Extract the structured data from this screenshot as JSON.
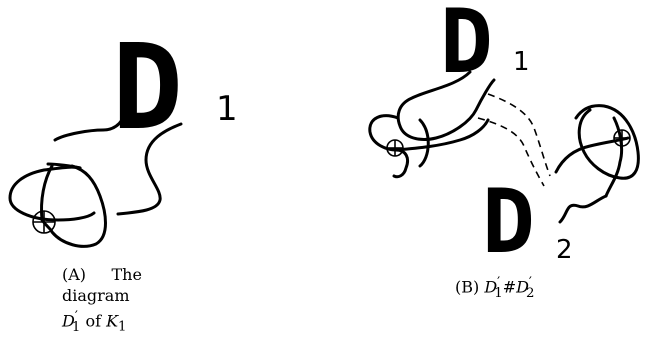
{
  "panel_a": {
    "box_letter": "D",
    "box_subscript": "1",
    "caption_tag": "(A)",
    "caption_word1": "The",
    "caption_word2": "diagram",
    "caption_math1": "D",
    "caption_math1_prime": "′",
    "caption_math1_sub": "1",
    "caption_of": "of",
    "caption_math2": "K",
    "caption_math2_sub": "1"
  },
  "panel_b": {
    "box1_letter": "D",
    "box1_subscript": "1",
    "box2_letter": "D",
    "box2_subscript": "2",
    "caption_tag": "(B)",
    "caption_math_a": "D",
    "caption_prime_a": "′",
    "caption_sub_a": "1",
    "caption_hash": "#",
    "caption_math_b": "D",
    "caption_prime_b": "′",
    "caption_sub_b": "2"
  }
}
